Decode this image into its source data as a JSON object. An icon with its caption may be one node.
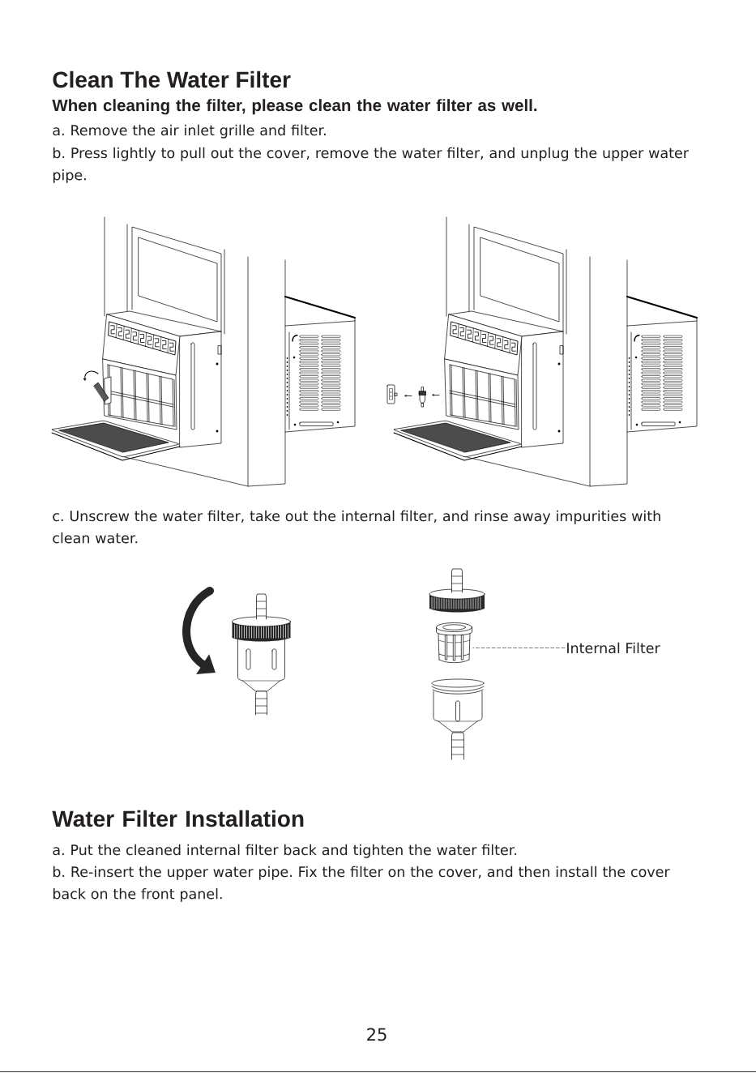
{
  "diagram": {
    "title": "Clean The Water Filter",
    "nodes": [
      {
        "text": [
          "Internal Filter"
        ]
      },
      {
        "text": [],
        "shape": "picture"
      }
    ],
    "edges": [
      {
        "from": 0,
        "to": 1,
        "arrow": "none",
        "style": "dashed"
      }
    ],
    "labels": [
      "When cleaning the filter, please clean the water filter as well.",
      "a. Remove the air inlet grille and filter.",
      "b. Press lightly to pull out the cover, remove the water filter, and unplug the upper water pipe.",
      "c. Unscrew the water filter, take out the internal filter, and rinse away impurities with clean water.",
      "Water Filter Installation",
      "a. Put the cleaned internal filter back and tighten the water filter.",
      "b. Re-insert the upper water pipe. Fix the filter on the cover, and then install the cover back on the front panel.",
      "25"
    ]
  }
}
